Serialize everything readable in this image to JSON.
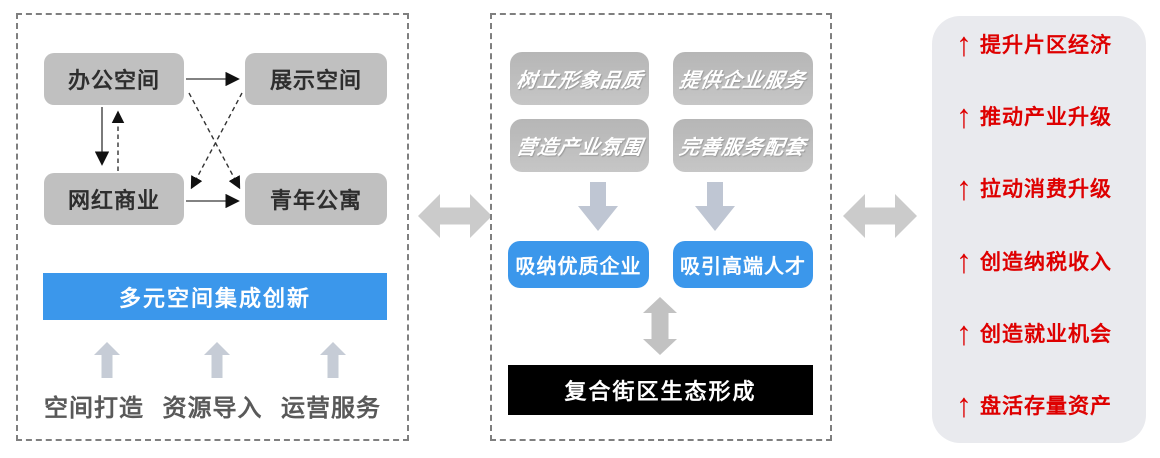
{
  "colors": {
    "accent_blue": "#3B97EB",
    "accent_red": "#DE0000",
    "box_gray": "#BFBFBF",
    "outcome_black": "#000000",
    "right_panel_gray": "#E9EAEE",
    "block_arrow_gray": "#C6CCD6"
  },
  "left_panel": {
    "box_office": "办公空间",
    "box_exhibition": "展示空间",
    "box_commerce": "网红商业",
    "box_apartment": "青年公寓",
    "integration_bar": "多元空间集成创新",
    "footer_labels": [
      "空间打造",
      "资源导入",
      "运营服务"
    ]
  },
  "middle_panel": {
    "strategy_boxes": [
      "树立形象品质",
      "提供企业服务",
      "营造产业氛围",
      "完善服务配套"
    ],
    "result_boxes": [
      "吸纳优质企业",
      "吸引高端人才"
    ],
    "outcome_bar": "复合街区生态形成"
  },
  "right_panel": {
    "arrow_glyph": "↑",
    "benefit_items": [
      "提升片区经济",
      "推动产业升级",
      "拉动消费升级",
      "创造纳税收入",
      "创造就业机会",
      "盘活存量资产"
    ]
  }
}
